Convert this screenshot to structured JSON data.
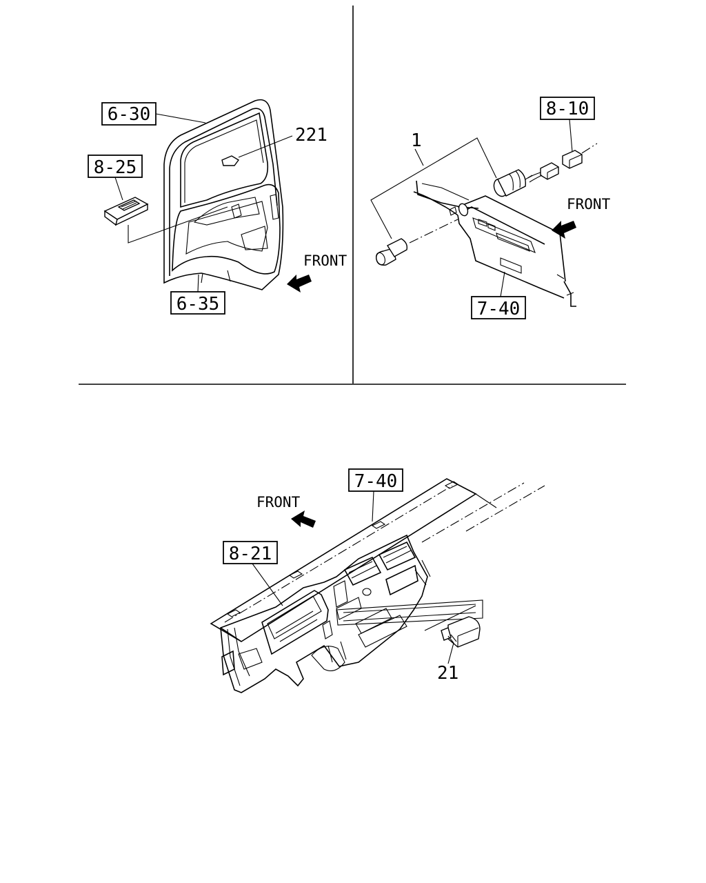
{
  "diagram": {
    "top_left": {
      "ref_door_frame": "6-30",
      "ref_door_lower": "6-35",
      "ref_switch": "8-25",
      "part_number": "221",
      "direction": "FRONT"
    },
    "top_right": {
      "ref_harness": "8-10",
      "ref_panel": "7-40",
      "part_number": "1",
      "direction": "FRONT"
    },
    "bottom": {
      "ref_panel": "7-40",
      "ref_cluster": "8-21",
      "part_number": "21",
      "direction": "FRONT"
    }
  },
  "colors": {
    "line": "#000000",
    "background": "#ffffff"
  }
}
